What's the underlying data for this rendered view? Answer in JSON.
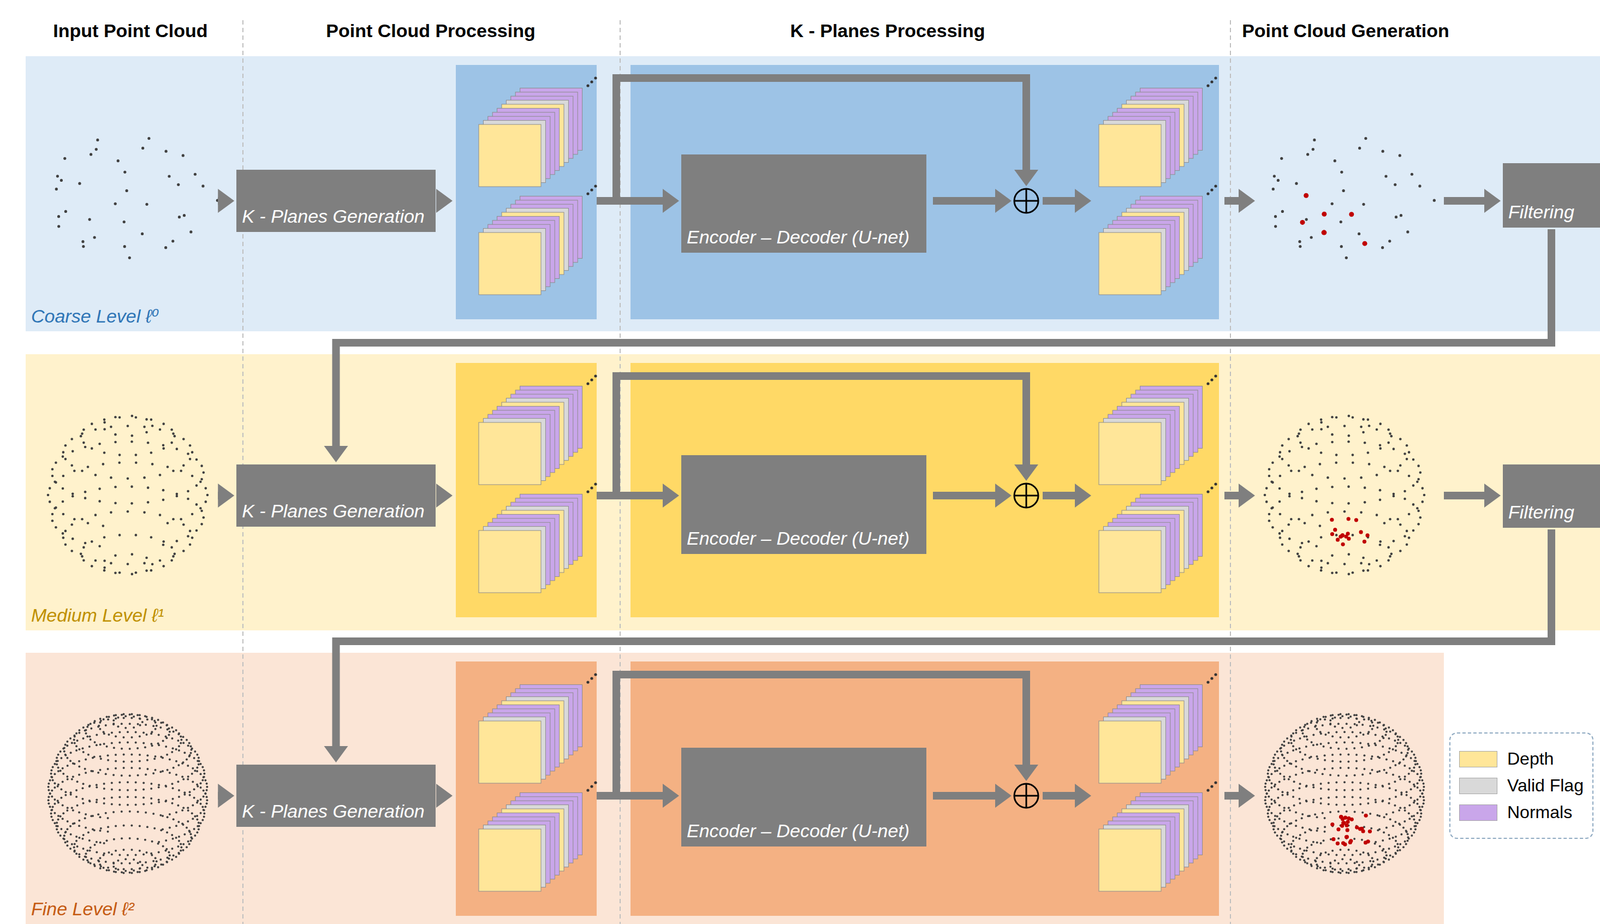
{
  "diagram": {
    "nodes": [
      {
        "text": [
          "Coarse Level ℓ⁰"
        ]
      },
      {
        "text": [
          "K - Planes Generation"
        ],
        "in": 0
      },
      {
        "text": [
          "Encoder – Decoder (U-net)"
        ],
        "in": 0
      },
      {
        "text": [
          "Filtering"
        ],
        "in": 0
      },
      {
        "text": [
          "Medium Level ℓ¹"
        ]
      },
      {
        "text": [
          "K - Planes Generation"
        ],
        "in": 4
      },
      {
        "text": [
          "Encoder – Decoder (U-net)"
        ],
        "in": 4
      },
      {
        "text": [
          "Filtering"
        ],
        "in": 4
      },
      {
        "text": [
          "Fine Level ℓ²"
        ]
      },
      {
        "text": [
          "K - Planes Generation"
        ],
        "in": 8
      },
      {
        "text": [
          "Encoder – Decoder (U-net)"
        ],
        "in": 8
      }
    ],
    "edges": [
      {
        "from": 3,
        "to": 5,
        "arrow": "to"
      },
      {
        "from": 7,
        "to": 9,
        "arrow": "to"
      }
    ],
    "labels": [
      "Input Point Cloud",
      "Point Cloud Processing",
      "K - Planes Processing",
      "Point Cloud Generation"
    ],
    "legend": [
      {
        "text": "Depth",
        "color": "#ffe699"
      },
      {
        "text": "Valid Flag",
        "color": "#d9d9d9"
      },
      {
        "text": "Normals",
        "color": "#c9a6ea"
      }
    ]
  }
}
